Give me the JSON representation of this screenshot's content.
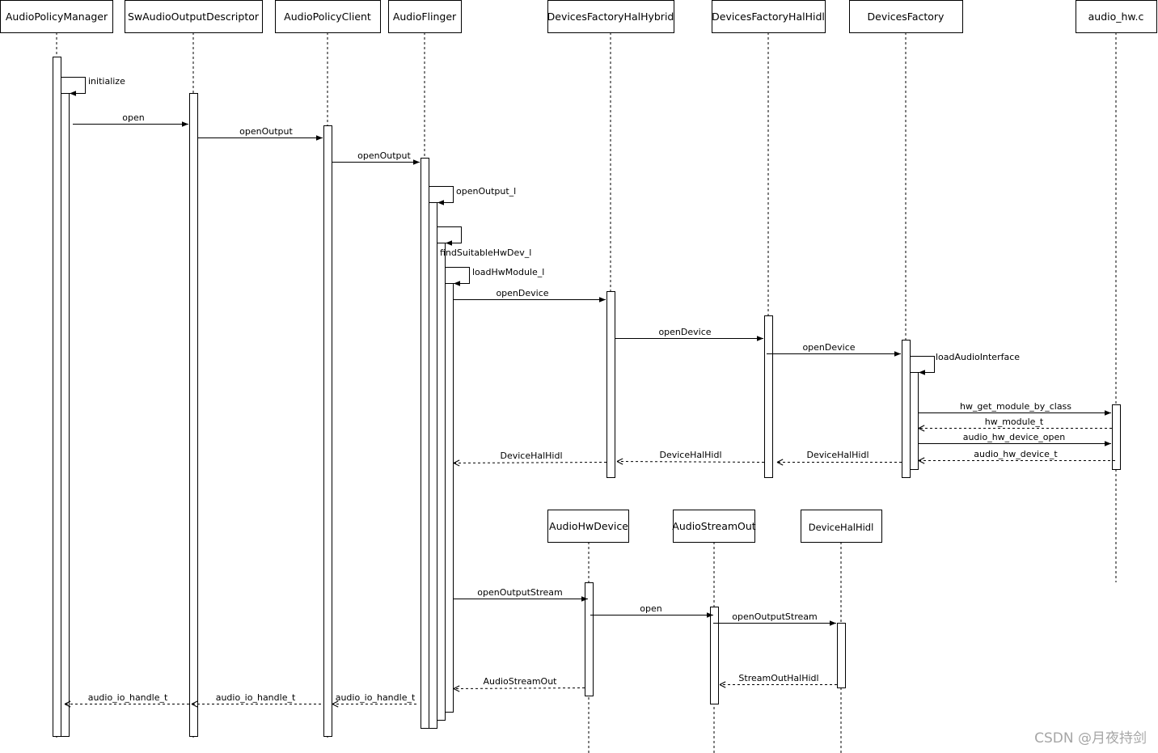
{
  "participants": [
    {
      "id": "apm",
      "label": "AudioPolicyManager"
    },
    {
      "id": "swaod",
      "label": "SwAudioOutputDescriptor"
    },
    {
      "id": "apc",
      "label": "AudioPolicyClient"
    },
    {
      "id": "af",
      "label": "AudioFlinger"
    },
    {
      "id": "dfhh",
      "label": "DevicesFactoryHalHybrid"
    },
    {
      "id": "dfhidl",
      "label": "DevicesFactoryHalHidl"
    },
    {
      "id": "df",
      "label": "DevicesFactory"
    },
    {
      "id": "ahw",
      "label": "audio_hw.c"
    },
    {
      "id": "ahd",
      "label": "AudioHwDevice"
    },
    {
      "id": "aso",
      "label": "AudioStreamOut"
    },
    {
      "id": "dhh",
      "label": "DeviceHalHidl"
    }
  ],
  "messages": [
    {
      "id": "m1",
      "label": "initialize",
      "type": "self"
    },
    {
      "id": "m2",
      "label": "open",
      "type": "call"
    },
    {
      "id": "m3",
      "label": "openOutput",
      "type": "call"
    },
    {
      "id": "m4",
      "label": "openOutput",
      "type": "call"
    },
    {
      "id": "m5",
      "label": "openOutput_l",
      "type": "self"
    },
    {
      "id": "m6",
      "label": "findSuitableHwDev_l",
      "type": "self"
    },
    {
      "id": "m7",
      "label": "loadHwModule_l",
      "type": "self"
    },
    {
      "id": "m8",
      "label": "openDevice",
      "type": "call"
    },
    {
      "id": "m9",
      "label": "openDevice",
      "type": "call"
    },
    {
      "id": "m10",
      "label": "openDevice",
      "type": "call"
    },
    {
      "id": "m11",
      "label": "loadAudioInterface",
      "type": "self"
    },
    {
      "id": "m12",
      "label": "hw_get_module_by_class",
      "type": "call"
    },
    {
      "id": "m13",
      "label": "hw_module_t",
      "type": "return"
    },
    {
      "id": "m14",
      "label": "audio_hw_device_open",
      "type": "call"
    },
    {
      "id": "m15",
      "label": "audio_hw_device_t",
      "type": "return"
    },
    {
      "id": "m16",
      "label": "DeviceHalHidl",
      "type": "return"
    },
    {
      "id": "m17",
      "label": "DeviceHalHidl",
      "type": "return"
    },
    {
      "id": "m18",
      "label": "DeviceHalHidl",
      "type": "return"
    },
    {
      "id": "m19",
      "label": "openOutputStream",
      "type": "call"
    },
    {
      "id": "m20",
      "label": "open",
      "type": "call"
    },
    {
      "id": "m21",
      "label": "openOutputStream",
      "type": "call"
    },
    {
      "id": "m22",
      "label": "StreamOutHalHidl",
      "type": "return"
    },
    {
      "id": "m23",
      "label": "AudioStreamOut",
      "type": "return"
    },
    {
      "id": "m24",
      "label": "audio_io_handle_t",
      "type": "return"
    },
    {
      "id": "m25",
      "label": "audio_io_handle_t",
      "type": "return"
    },
    {
      "id": "m26",
      "label": "audio_io_handle_t",
      "type": "return"
    }
  ],
  "watermark": "CSDN @月夜持剑"
}
